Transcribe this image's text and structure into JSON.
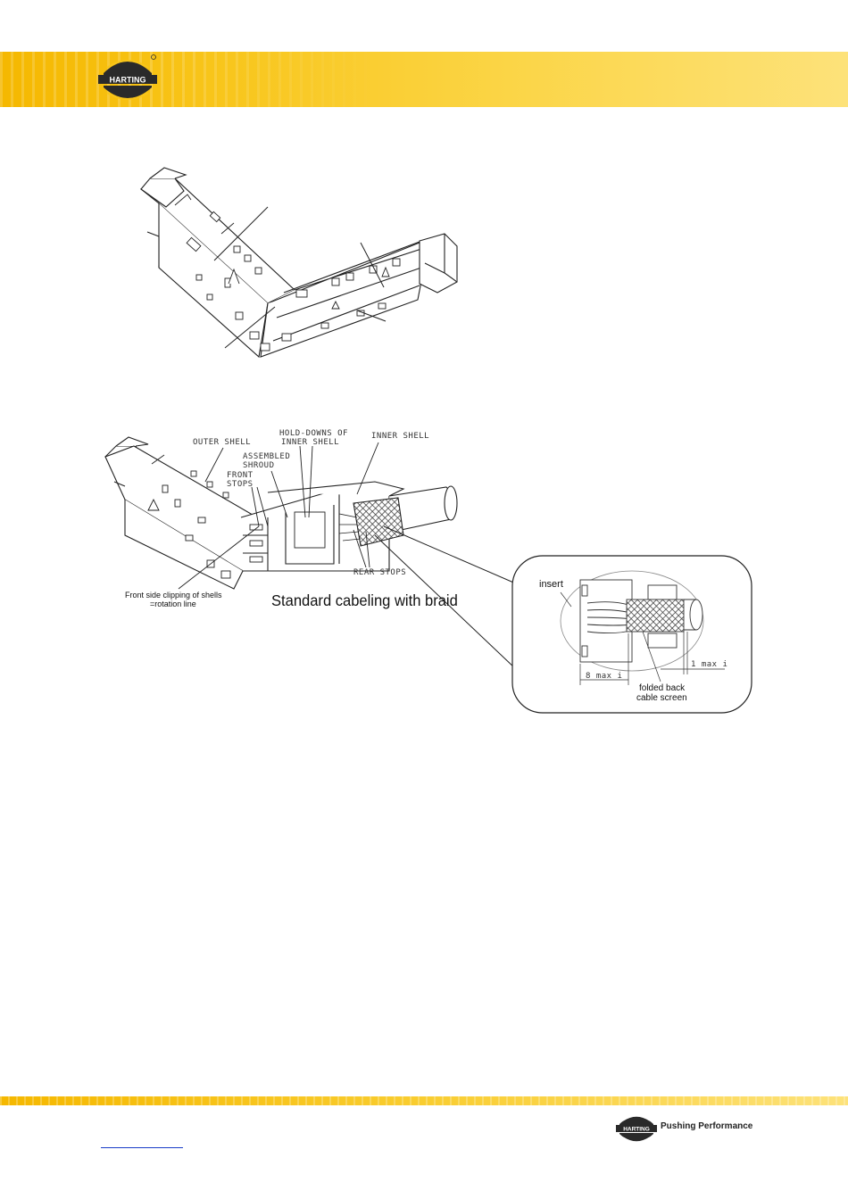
{
  "header": {
    "logo_text": "HARTING"
  },
  "figure_top": {
    "labels": []
  },
  "figure_bottom": {
    "labels": {
      "outer_shell": "OUTER SHELL",
      "hold_downs_1": "HOLD-DOWNS OF",
      "hold_downs_2": "INNER SHELL",
      "inner_shell": "INNER SHELL",
      "assembled_1": "ASSEMBLED",
      "assembled_2": "SHROUD",
      "front_stops_1": "FRONT",
      "front_stops_2": "STOPS",
      "rear_stops": "REAR STOPS",
      "front_side_1": "Front side clipping of shells",
      "front_side_2": "=rotation line",
      "caption": "Standard cabeling with braid"
    },
    "detail": {
      "insert": "insert",
      "dim_8": "8 max i",
      "dim_1": "1 max i",
      "folded_1": "folded back",
      "folded_2": "cable screen"
    }
  },
  "footer": {
    "logo_text": "HARTING",
    "tagline": "Pushing Performance",
    "link_text": ""
  },
  "colors": {
    "brand_yellow": "#f8c51a",
    "brand_dark": "#2a2a2a",
    "link_blue": "#1a3cc8"
  }
}
